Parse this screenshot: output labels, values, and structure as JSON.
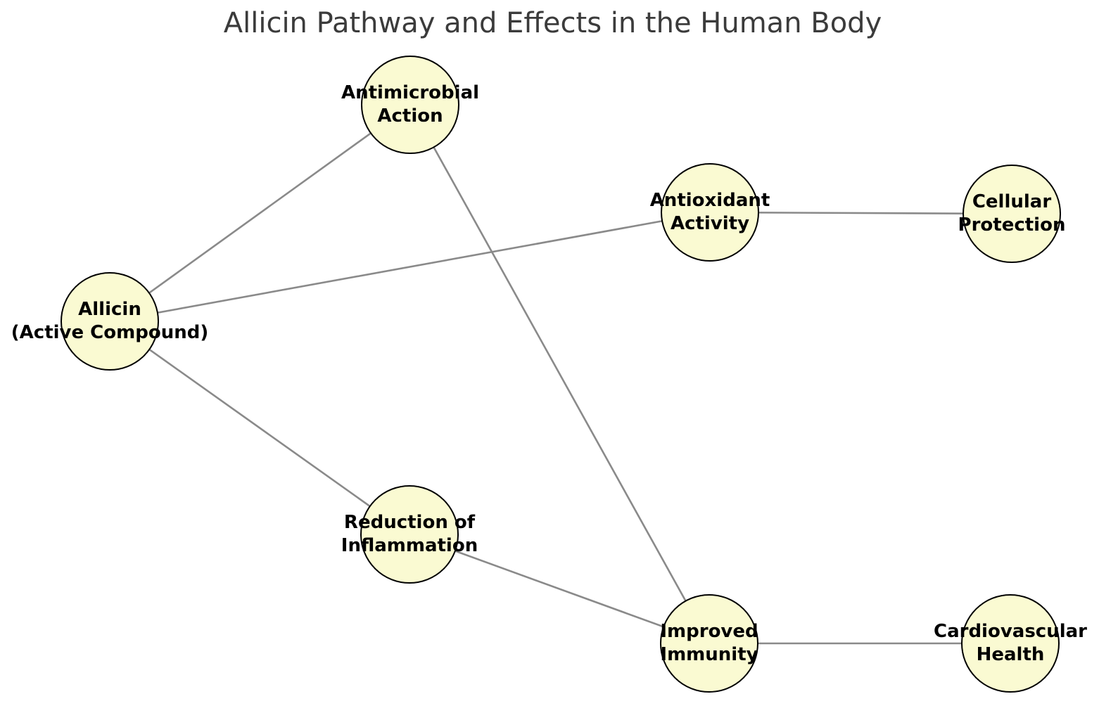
{
  "title": "Allicin Pathway and Effects in the Human Body",
  "graph": {
    "nodes": [
      {
        "id": "allicin",
        "line1": "Allicin",
        "line2": "(Active Compound)"
      },
      {
        "id": "antimicrobial",
        "line1": "Antimicrobial",
        "line2": "Action"
      },
      {
        "id": "antioxidant",
        "line1": "Antioxidant",
        "line2": "Activity"
      },
      {
        "id": "cellular",
        "line1": "Cellular",
        "line2": "Protection"
      },
      {
        "id": "reduction",
        "line1": "Reduction of",
        "line2": "Inflammation"
      },
      {
        "id": "immunity",
        "line1": "Improved",
        "line2": "Immunity"
      },
      {
        "id": "cardio",
        "line1": "Cardiovascular",
        "line2": "Health"
      }
    ],
    "edges": [
      [
        "allicin",
        "antimicrobial"
      ],
      [
        "allicin",
        "antioxidant"
      ],
      [
        "allicin",
        "reduction"
      ],
      [
        "antimicrobial",
        "immunity"
      ],
      [
        "antioxidant",
        "cellular"
      ],
      [
        "reduction",
        "immunity"
      ],
      [
        "immunity",
        "cardio"
      ]
    ],
    "colors": {
      "node_fill": "#fafad2",
      "node_border": "#000000",
      "edge": "#8a8a8a",
      "title": "#3b3b3b",
      "label": "#000000",
      "background": "#ffffff"
    }
  }
}
